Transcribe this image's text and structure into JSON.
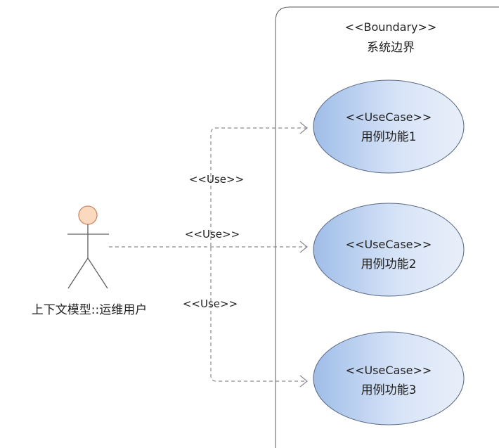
{
  "boundary": {
    "stereotype": "<<Boundary>>",
    "name": "系统边界"
  },
  "actor": {
    "name": "上下文模型::运维用户",
    "head_color": "#fbd9bf"
  },
  "use_cases": [
    {
      "stereotype": "<<UseCase>>",
      "name": "用例功能1"
    },
    {
      "stereotype": "<<UseCase>>",
      "name": "用例功能2"
    },
    {
      "stereotype": "<<UseCase>>",
      "name": "用例功能3"
    }
  ],
  "relations": [
    {
      "label": "<<Use>>"
    },
    {
      "label": "<<Use>>"
    },
    {
      "label": "<<Use>>"
    }
  ],
  "colors": {
    "usecase_fill_light": "#e6eefb",
    "usecase_fill_dark": "#9fbde8",
    "usecase_stroke": "#5b6b85",
    "line": "#8a8a8a",
    "boundary_stroke": "#5a5a5a"
  }
}
